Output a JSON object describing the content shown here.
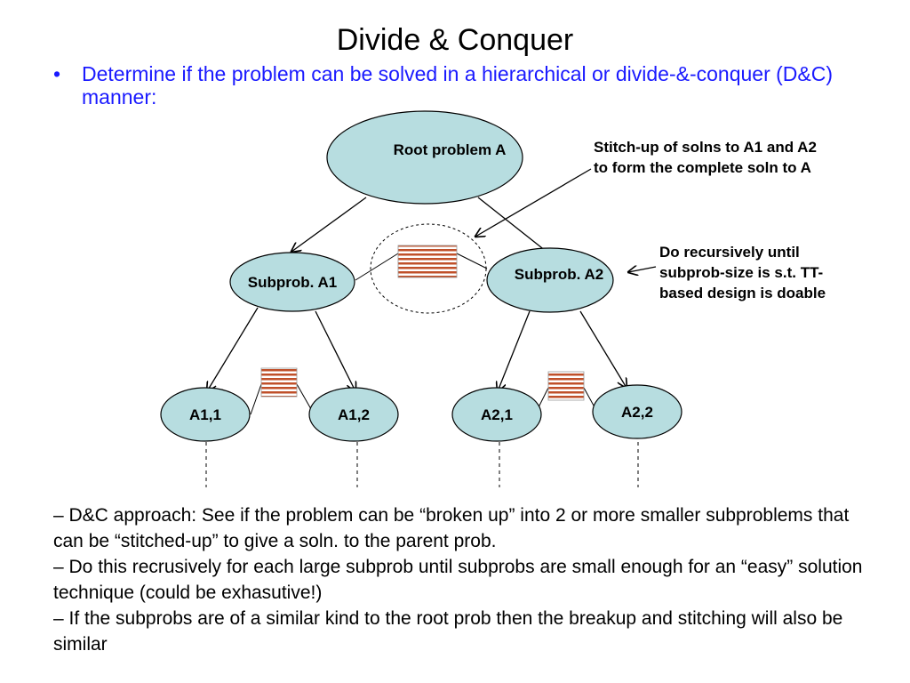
{
  "title": "Divide & Conquer",
  "bullet": {
    "marker": "•",
    "text": "Determine if the problem can be solved in a hierarchical or divide-&-conquer (D&C) manner:"
  },
  "colors": {
    "node_fill": "#b7dde0",
    "bullet_text": "#1a1aff",
    "stitch_red": "#c0502a"
  },
  "diagram": {
    "root": "Root problem A",
    "a1": "Subprob. A1",
    "a2": "Subprob. A2",
    "a11": "A1,1",
    "a12": "A1,2",
    "a21": "A2,1",
    "a22": "A2,2"
  },
  "annotations": {
    "stitch_line1": "Stitch-up of solns to A1 and A2",
    "stitch_line2": "to form the complete soln to A",
    "recurse_line1": "Do recursively until",
    "recurse_line2": "subprob-size is s.t. TT-",
    "recurse_line3": "based design is doable"
  },
  "notes": [
    "– D&C approach: See if the problem can be “broken up” into 2 or more smaller subproblems that can be “stitched-up” to give a soln. to the parent prob.",
    "– Do this recrusively for each large subprob until subprobs are small enough for an “easy” solution technique (could be exhasutive!)",
    "– If the subprobs are of a similar kind to the root prob then the breakup and stitching will also be similar"
  ]
}
